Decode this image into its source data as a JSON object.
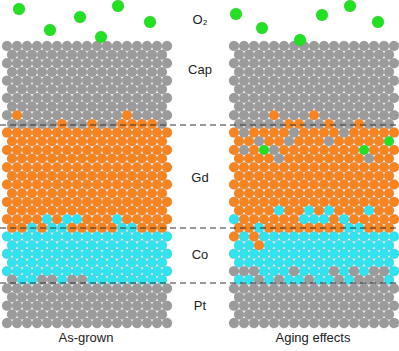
{
  "diagram": {
    "labels": [
      "O₂",
      "Cap",
      "Gd",
      "Co",
      "Pt",
      "As-grown",
      "Aging effects"
    ]
  }
}
